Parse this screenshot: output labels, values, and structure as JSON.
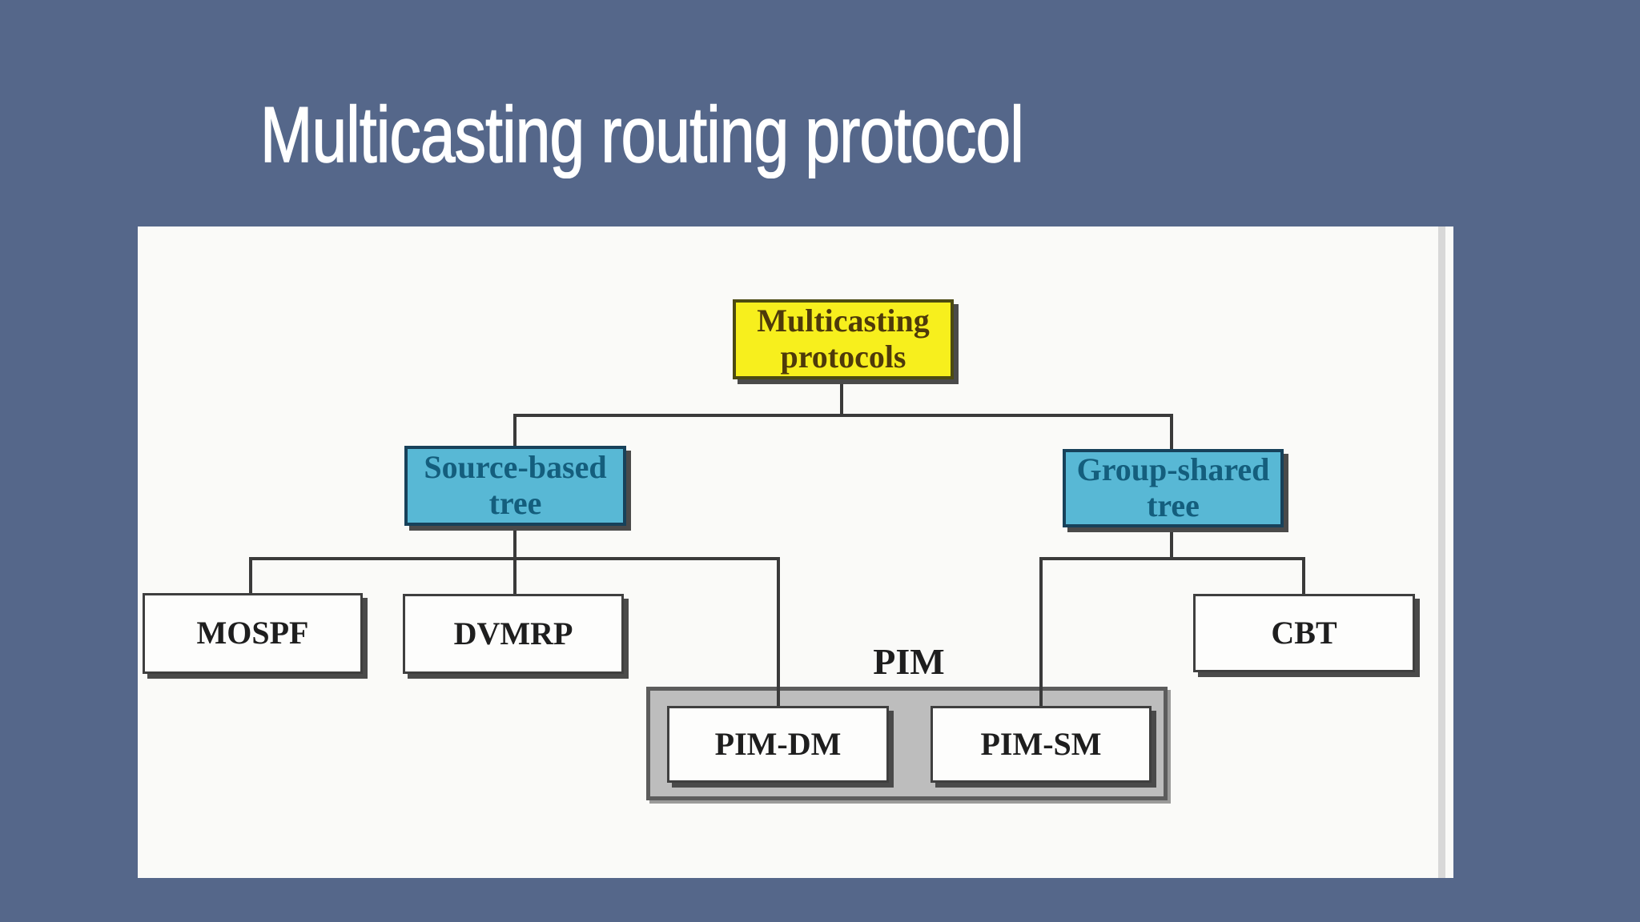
{
  "slide": {
    "title": "Multicasting routing protocol"
  },
  "diagram": {
    "nodes": {
      "root": {
        "label": "Multicasting\nprotocols"
      },
      "source_based": {
        "label": "Source-based\ntree"
      },
      "group_shared": {
        "label": "Group-shared\ntree"
      },
      "mospf": {
        "label": "MOSPF"
      },
      "dvmrp": {
        "label": "DVMRP"
      },
      "cbt": {
        "label": "CBT"
      },
      "pim_group": {
        "label": "PIM"
      },
      "pim_dm": {
        "label": "PIM-DM"
      },
      "pim_sm": {
        "label": "PIM-SM"
      }
    },
    "edges": [
      {
        "from": "Multicasting protocols",
        "to": "Source-based tree"
      },
      {
        "from": "Multicasting protocols",
        "to": "Group-shared tree"
      },
      {
        "from": "Source-based tree",
        "to": "MOSPF"
      },
      {
        "from": "Source-based tree",
        "to": "DVMRP"
      },
      {
        "from": "Source-based tree",
        "to": "PIM-DM"
      },
      {
        "from": "Group-shared tree",
        "to": "PIM-SM"
      },
      {
        "from": "Group-shared tree",
        "to": "CBT"
      }
    ]
  },
  "colors": {
    "background": "#55678a",
    "panel": "#fafaf8",
    "title_text": "#ffffff",
    "root_fill": "#f7ef1d",
    "root_border": "#4c4a12",
    "root_text": "#4e3a0a",
    "branch_fill": "#58b8d5",
    "branch_border": "#17415a",
    "branch_text": "#145e7d",
    "leaf_fill": "#fdfdfc",
    "leaf_border": "#3f3f3f",
    "leaf_text": "#1e1e1e",
    "pim_group_fill": "#bdbdbd",
    "pim_group_border": "#5c5c5c",
    "connector": "#3a3a3a",
    "shadow": "#4a4a4a",
    "panel_strip": "#d8d8d8"
  }
}
